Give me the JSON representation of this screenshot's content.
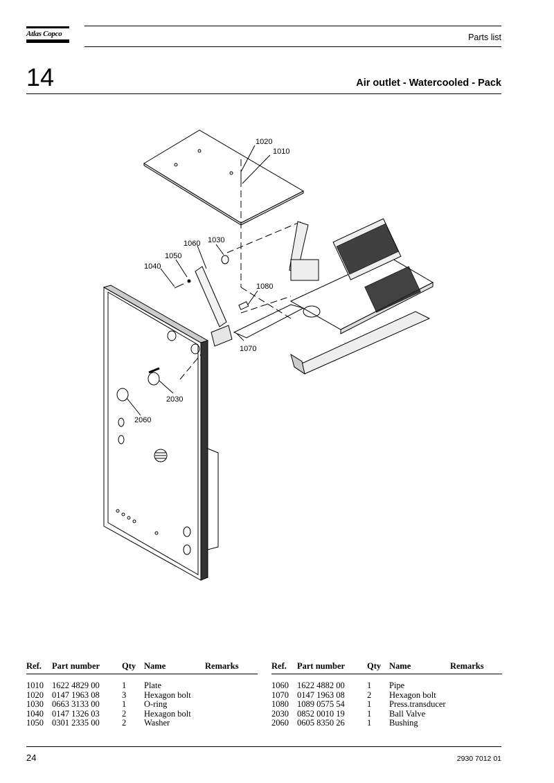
{
  "header": {
    "logo_text": "Atlas Copco",
    "doc_type": "Parts list",
    "section_number": "14",
    "section_title": "Air outlet - Watercooled - Pack"
  },
  "drawing": {
    "callouts": [
      "1020",
      "1010",
      "1060",
      "1030",
      "1050",
      "1040",
      "1080",
      "1070",
      "2030",
      "2060"
    ]
  },
  "parts_table": {
    "headers": {
      "ref": "Ref.",
      "part_number": "Part number",
      "qty": "Qty",
      "name": "Name",
      "remarks": "Remarks"
    },
    "left": [
      {
        "ref": "1010",
        "part_number": "1622 4829 00",
        "qty": "1",
        "name": "Plate",
        "remarks": ""
      },
      {
        "ref": "1020",
        "part_number": "0147 1963 08",
        "qty": "3",
        "name": "Hexagon bolt",
        "remarks": ""
      },
      {
        "ref": "1030",
        "part_number": "0663 3133 00",
        "qty": "1",
        "name": "O-ring",
        "remarks": ""
      },
      {
        "ref": "1040",
        "part_number": "0147 1326 03",
        "qty": "2",
        "name": "Hexagon bolt",
        "remarks": ""
      },
      {
        "ref": "1050",
        "part_number": "0301 2335 00",
        "qty": "2",
        "name": "Washer",
        "remarks": ""
      }
    ],
    "right": [
      {
        "ref": "1060",
        "part_number": "1622 4882 00",
        "qty": "1",
        "name": "Pipe",
        "remarks": ""
      },
      {
        "ref": "1070",
        "part_number": "0147 1963 08",
        "qty": "2",
        "name": "Hexagon bolt",
        "remarks": ""
      },
      {
        "ref": "1080",
        "part_number": "1089 0575 54",
        "qty": "1",
        "name": "Press.transducer",
        "remarks": ""
      },
      {
        "ref": "2030",
        "part_number": "0852 0010 19",
        "qty": "1",
        "name": "Ball Valve",
        "remarks": ""
      },
      {
        "ref": "2060",
        "part_number": "0605 8350 26",
        "qty": "1",
        "name": "Bushing",
        "remarks": ""
      }
    ]
  },
  "footer": {
    "page_number": "24",
    "document_number": "2930 7012 01"
  }
}
